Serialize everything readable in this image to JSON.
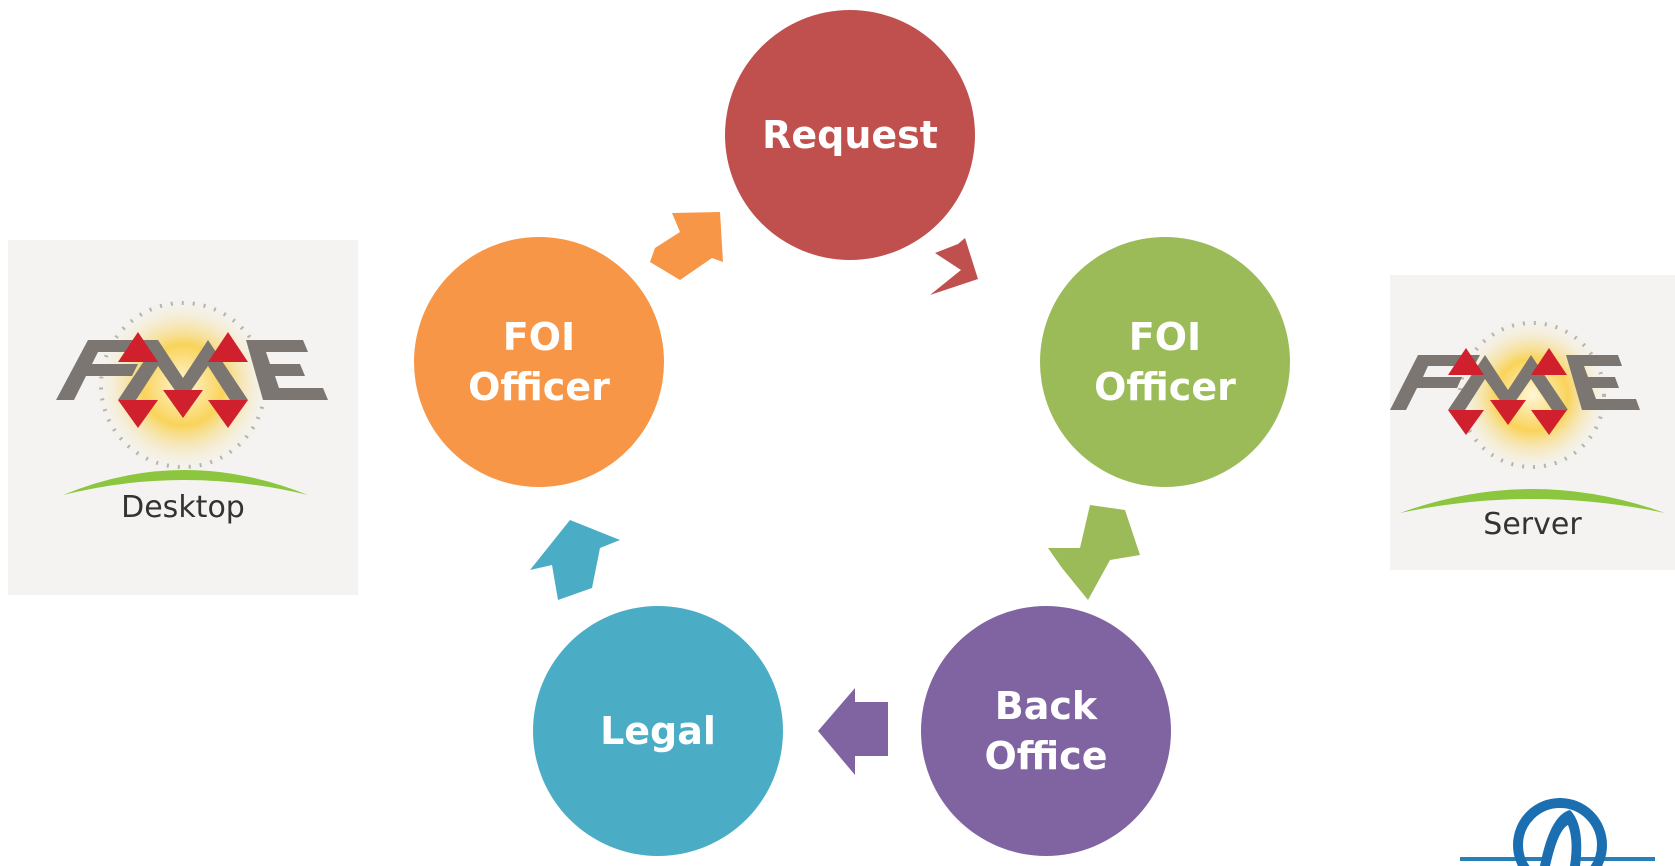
{
  "diagram": {
    "nodes": [
      {
        "id": "request",
        "label": "Request",
        "color": "#c0504d"
      },
      {
        "id": "foi-officer-right",
        "label": "FOI Officer",
        "color": "#9bbb59"
      },
      {
        "id": "back-office",
        "label": "Back Office",
        "color": "#8064a2"
      },
      {
        "id": "legal",
        "label": "Legal",
        "color": "#4bacc6"
      },
      {
        "id": "foi-officer-left",
        "label": "FOI Officer",
        "color": "#f79646"
      }
    ],
    "arrows": [
      {
        "from": "request",
        "to": "foi-officer-right",
        "color": "#c0504d"
      },
      {
        "from": "foi-officer-right",
        "to": "back-office",
        "color": "#9bbb59"
      },
      {
        "from": "back-office",
        "to": "legal",
        "color": "#8064a2"
      },
      {
        "from": "legal",
        "to": "foi-officer-left",
        "color": "#4bacc6"
      },
      {
        "from": "foi-officer-left",
        "to": "request",
        "color": "#f79646"
      }
    ]
  },
  "logos": {
    "desktop": {
      "caption": "Desktop",
      "wordmark": "FME"
    },
    "server": {
      "caption": "Server",
      "wordmark": "FME"
    },
    "corner": {
      "icon": "globe-logo-icon"
    }
  },
  "colors": {
    "fme_grey": "#7b7672",
    "fme_red": "#d0202e",
    "fme_sun": "#f6b31d",
    "swoosh_green": "#8cc63f"
  }
}
